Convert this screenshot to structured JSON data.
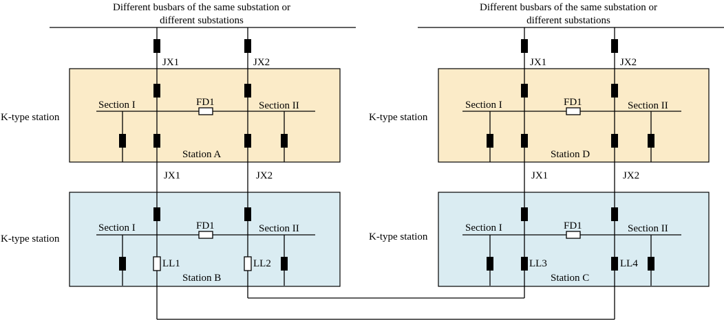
{
  "diagram": {
    "colors": {
      "yellow_station": "#fbebc8",
      "blue_station": "#daecf2",
      "line": "#000000",
      "breaker_fill": "#000000"
    },
    "left": {
      "busbar_caption_line1": "Different busbars of the same substation or",
      "busbar_caption_line2": "different substations",
      "top_station": {
        "type_label": "K-type station",
        "section_1": "Section I",
        "section_2": "Section  II",
        "tie": "FD1",
        "name": "Station A",
        "feeder_in_1": "JX1",
        "feeder_in_2": "JX2",
        "feeder_out_1": "JX1",
        "feeder_out_2": "JX2"
      },
      "bottom_station": {
        "type_label": "K-type station",
        "section_1": "Section I",
        "section_2": "Section  II",
        "tie": "FD1",
        "name": "Station B",
        "link_1": "LL1",
        "link_2": "LL2"
      }
    },
    "right": {
      "busbar_caption_line1": "Different busbars of the same substation or",
      "busbar_caption_line2": "different substations",
      "top_station": {
        "type_label": "K-type station",
        "section_1": "Section I",
        "section_2": "Section II",
        "tie": "FD1",
        "name": "Station D",
        "feeder_in_1": "JX1",
        "feeder_in_2": "JX2",
        "feeder_out_1": "JX1",
        "feeder_out_2": "JX2"
      },
      "bottom_station": {
        "type_label": "K-type station",
        "section_1": "Section I",
        "section_2": "Section  II",
        "tie": "FD1",
        "name": "Station C",
        "link_1": "LL3",
        "link_2": "LL4"
      }
    }
  }
}
